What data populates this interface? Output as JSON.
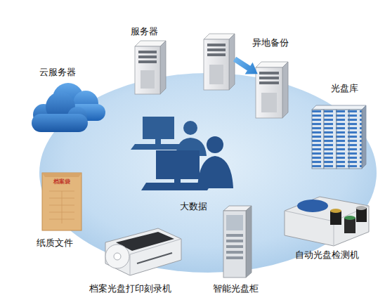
{
  "diagram": {
    "nodes": [
      {
        "text": [
          "服务器"
        ]
      },
      {
        "text": [
          "异地备份"
        ]
      },
      {
        "text": [
          "云服务器"
        ]
      },
      {
        "text": [
          "光盘库"
        ]
      },
      {
        "text": [
          "大数据"
        ]
      },
      {
        "text": [
          "纸质文件"
        ]
      },
      {
        "text": [
          "自动光盘检测机"
        ]
      },
      {
        "text": [
          "档案光盘打印刻录机"
        ]
      },
      {
        "text": [
          "智能光盘柜"
        ]
      }
    ],
    "labels": [
      "档案袋"
    ]
  }
}
